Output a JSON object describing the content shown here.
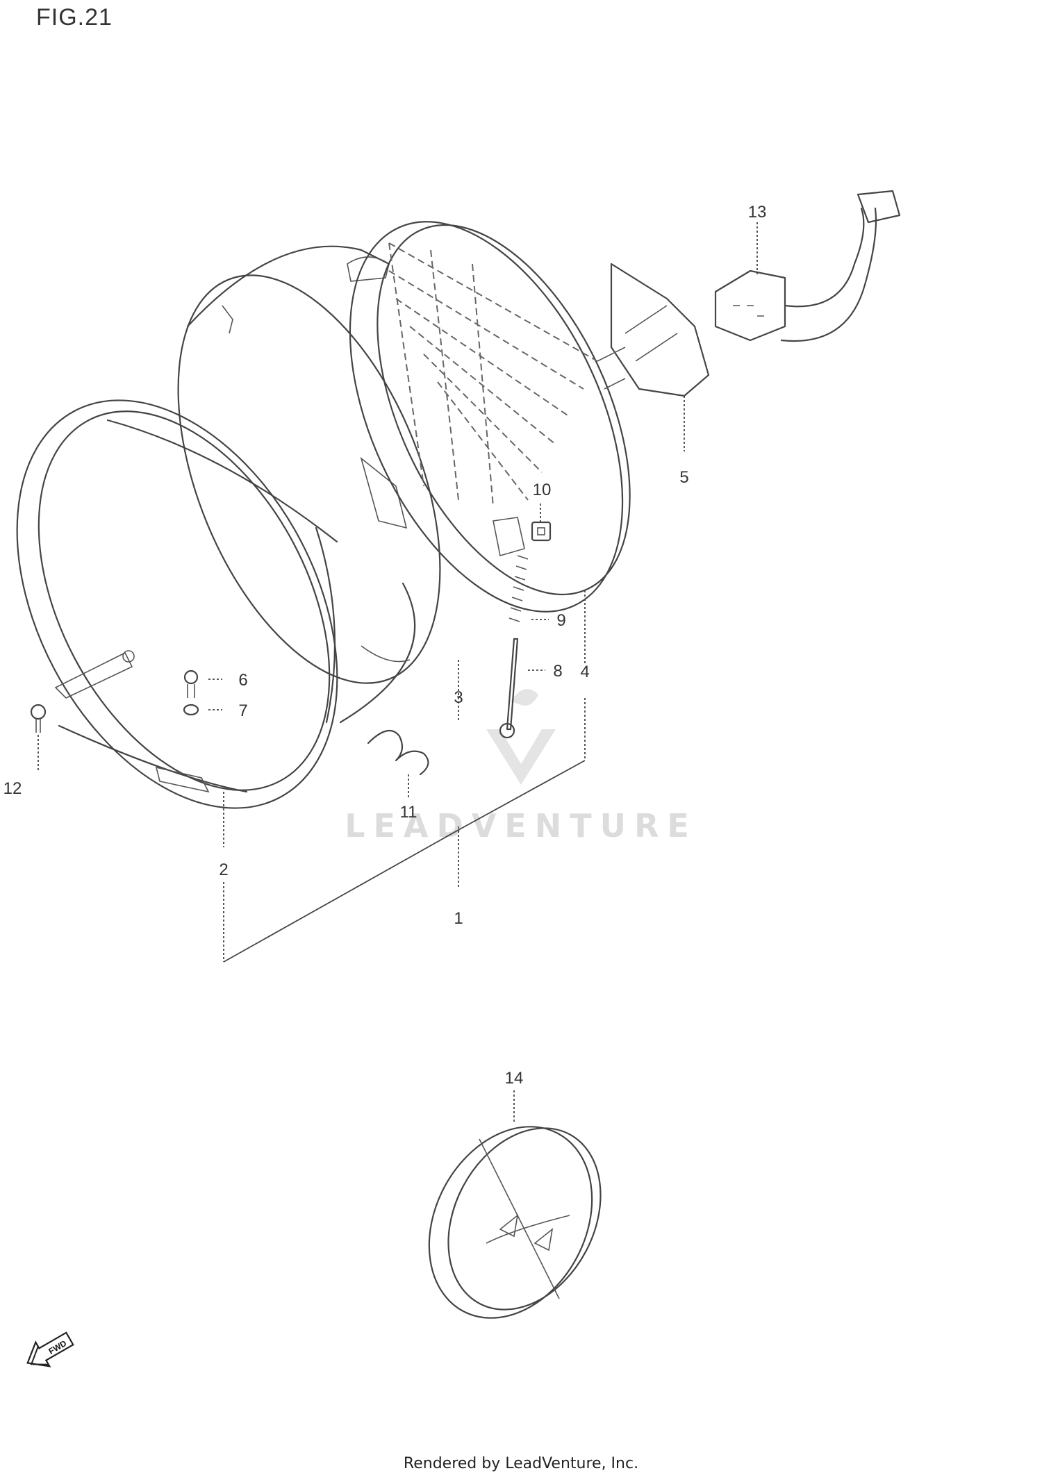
{
  "figure": {
    "title": "FIG.21"
  },
  "callouts": [
    {
      "id": "c1",
      "label": "1"
    },
    {
      "id": "c2",
      "label": "2"
    },
    {
      "id": "c3",
      "label": "3"
    },
    {
      "id": "c4",
      "label": "4"
    },
    {
      "id": "c5",
      "label": "5"
    },
    {
      "id": "c6",
      "label": "6"
    },
    {
      "id": "c7",
      "label": "7"
    },
    {
      "id": "c8",
      "label": "8"
    },
    {
      "id": "c9",
      "label": "9"
    },
    {
      "id": "c10",
      "label": "10"
    },
    {
      "id": "c11",
      "label": "11"
    },
    {
      "id": "c12",
      "label": "12"
    },
    {
      "id": "c13",
      "label": "13"
    },
    {
      "id": "c14",
      "label": "14"
    }
  ],
  "fwd_arrow": {
    "label": "FWD",
    "icon": "fwd-arrow-icon"
  },
  "watermark": {
    "text": "LEADVENTURE",
    "logo": "leadventure-logo"
  },
  "footer": {
    "text": "Rendered by LeadVenture, Inc."
  }
}
